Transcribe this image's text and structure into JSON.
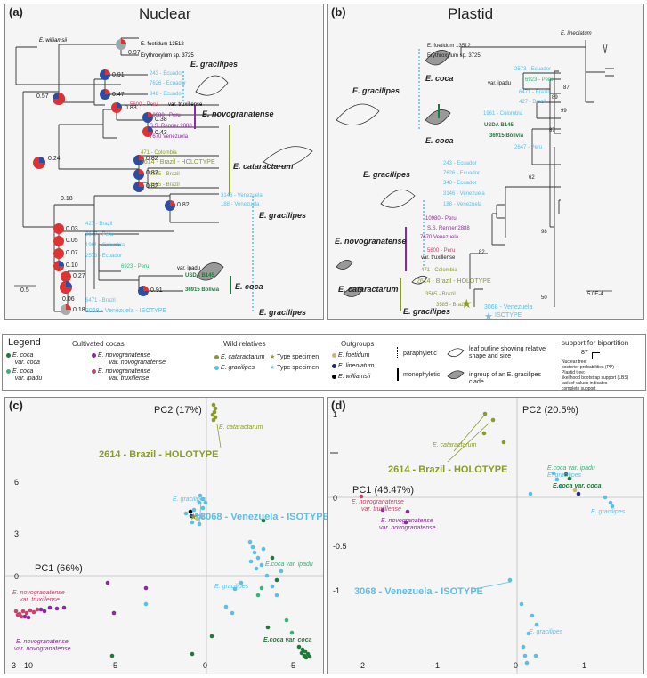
{
  "panels": {
    "a": {
      "label": "(a)",
      "title": "Nuclear"
    },
    "b": {
      "label": "(b)",
      "title": "Plastid"
    },
    "c": {
      "label": "(c)"
    },
    "d": {
      "label": "(d)"
    }
  },
  "colors": {
    "coca": "#1e7a3a",
    "ipadu": "#36b57a",
    "novogranatense": "#8a2a9c",
    "truxillense": "#c7456d",
    "cataractarum": "#8c9a2a",
    "gracilipes": "#5bbfe8",
    "foetidum": "#c9b87a",
    "lineolatum": "#1f2a78",
    "williamsii": "#000000"
  },
  "nuclear_tree": {
    "tips": [
      {
        "label": "E. williamsii"
      },
      {
        "label": "E. foetidum 13512"
      },
      {
        "label": "Erythroxylum sp. 3725"
      },
      {
        "label": "243 - Ecuador"
      },
      {
        "label": "7626 - Ecuador"
      },
      {
        "label": "348 - Ecuador"
      },
      {
        "label": "5600 - Peru"
      },
      {
        "label": "var. truxillense"
      },
      {
        "label": "10980 - Peru"
      },
      {
        "label": "S.S. Renner 2888"
      },
      {
        "label": "7670 Venezuela"
      },
      {
        "label": "471 - Colombia"
      },
      {
        "label": "2614 - Brazil - HOLOTYPE"
      },
      {
        "label": "3585 - Brazil"
      },
      {
        "label": "3565 - Brazil"
      },
      {
        "label": "3146 - Venezuela"
      },
      {
        "label": "188 - Venezuela"
      },
      {
        "label": "427 - Brazil"
      },
      {
        "label": "2647 - Peru"
      },
      {
        "label": "1961 - Colombia"
      },
      {
        "label": "2573 - Ecuador"
      },
      {
        "label": "6923 - Peru"
      },
      {
        "label": "var. ipadu"
      },
      {
        "label": "USDA B145"
      },
      {
        "label": "36915 Bolivia"
      },
      {
        "label": "6471 - Brazil"
      },
      {
        "label": "3068 - Venezuela - ISOTYPE"
      }
    ],
    "support": [
      "0.97",
      "0.91",
      "0.47",
      "0.57",
      "0.83",
      "0.38",
      "0.43",
      "0.24",
      "0.82",
      "0.82",
      "0.82",
      "0.18",
      "0.82",
      "0.03",
      "0.05",
      "0.07",
      "0.10",
      "0.27",
      "0.91",
      "0.06",
      "0.18"
    ],
    "clades": [
      "E. gracilipes",
      "E. novogranatense",
      "E. cataractarum",
      "E. gracilipes",
      "E. coca",
      "E. gracilipes"
    ],
    "scale": "0.5"
  },
  "plastid_tree": {
    "tips": [
      {
        "label": "E. lineolatum"
      },
      {
        "label": "E. foetidum 13512"
      },
      {
        "label": "Erythroxylum sp. 3725"
      },
      {
        "label": "2573 - Ecuador"
      },
      {
        "label": "6923 - Peru"
      },
      {
        "label": "var. ipadu"
      },
      {
        "label": "6471 - Brazil"
      },
      {
        "label": "427 - Brazil"
      },
      {
        "label": "1961 - Colombia"
      },
      {
        "label": "USDA B145"
      },
      {
        "label": "36915 Bolivia"
      },
      {
        "label": "2647 - Peru"
      },
      {
        "label": "243 - Ecuador"
      },
      {
        "label": "7626 - Ecuador"
      },
      {
        "label": "348 - Ecuador"
      },
      {
        "label": "3146 - Venezuela"
      },
      {
        "label": "188 - Venezuela"
      },
      {
        "label": "10980 - Peru"
      },
      {
        "label": "S.S. Renner 2888"
      },
      {
        "label": "7670 Venezuela"
      },
      {
        "label": "5600 - Peru"
      },
      {
        "label": "var. truxillense"
      },
      {
        "label": "471 - Colombia"
      },
      {
        "label": "2614 - Brazil - HOLOTYPE"
      },
      {
        "label": "3565 - Brazil"
      },
      {
        "label": "3585 - Brazil"
      },
      {
        "label": "3068 - Venezuela"
      },
      {
        "label": "ISOTYPE"
      }
    ],
    "support": [
      "87",
      "89",
      "99",
      "87",
      "62",
      "98",
      "82",
      "50"
    ],
    "clades": [
      "E. gracilipes",
      "E. coca",
      "E. coca",
      "E. gracilipes",
      "E. novogranatense",
      "E. cataractarum",
      "E. gracilipes"
    ],
    "scale": "5.0E-4"
  },
  "legend": {
    "title": "Legend",
    "headers": {
      "cultivated": "Cultivated cocas",
      "wild": "Wild relatives",
      "outgroups": "Outgroups",
      "support": "support for bipartition"
    },
    "cultivated_items": [
      {
        "l1": "E. coca",
        "l2": "var. coca"
      },
      {
        "l1": "E. coca",
        "l2": "var. ipadu"
      },
      {
        "l1": "E. novogranatense",
        "l2": "var. novogranatense"
      },
      {
        "l1": "E. novogranatense",
        "l2": "var.   truxillense"
      }
    ],
    "wild_items": [
      "E. cataractarum",
      "E. gracilipes"
    ],
    "type_specimen": "Type specimen",
    "outgroup_items": [
      "E. foetidum",
      "E. lineolatum",
      "E. williamsii"
    ],
    "symbols": [
      "paraphyletic",
      "monophyletic",
      "leaf outline showing relative shape and size",
      "ingroup of an E. gracilipes clade"
    ],
    "support_example": "87",
    "support_notes": [
      "Nuclear tree:",
      "posterior probabilities (PP)",
      "Plastid tree:",
      "likelihood bootstrap support (LBS)",
      "lack of values indicates",
      "complete support"
    ]
  },
  "pca_c": {
    "pc1_label": "PC1 (66%)",
    "pc2_label": "PC2 (17%)",
    "x_ticks": [
      "-10",
      "-5",
      "0",
      "5"
    ],
    "y_ticks": [
      "-3",
      "0",
      "3",
      "6"
    ],
    "annotations": {
      "cataractarum": "E. cataractarum",
      "holotype": "2614 - Brazil - HOLOTYPE",
      "gracilipes_top": "E. gracilipes",
      "isotype": "3068 - Venezuela - ISOTYPE",
      "ipadu": "E.coca var. ipadu",
      "gracilipes_bottom": "E. gracilipes",
      "truxillense_1": "E. novogranatense",
      "truxillense_2": "var. truxillense",
      "novogranatense_1": "E. novogranatense",
      "novogranatense_2": "var. novogranatense",
      "coca": "E.coca var. coca"
    }
  },
  "pca_d": {
    "pc1_label": "PC1 (46.47%)",
    "pc2_label": "PC2 (20.5%)",
    "x_ticks": [
      "-2",
      "-1",
      "0",
      "1"
    ],
    "y_ticks": [
      "1",
      "0",
      "-0.5",
      "-1"
    ],
    "annotations": {
      "cataractarum": "E. cataractarum",
      "holotype": "2614 - Brazil - HOLOTYPE",
      "ipadu": "E.coca var. ipadu",
      "gracilipes_1": "E. gracilipes",
      "coca": "E.coca var. coca",
      "gracilipes_2": "E. gracilipes",
      "truxillense_1": "E. novogranatense",
      "truxillense_2": "var. truxillense",
      "novogranatense_1": "E. novogranatense",
      "novogranatense_2": "var. novogranatense",
      "isotype": "3068 - Venezuela - ISOTYPE",
      "gracilipes_3": "E. gracilipes"
    }
  }
}
